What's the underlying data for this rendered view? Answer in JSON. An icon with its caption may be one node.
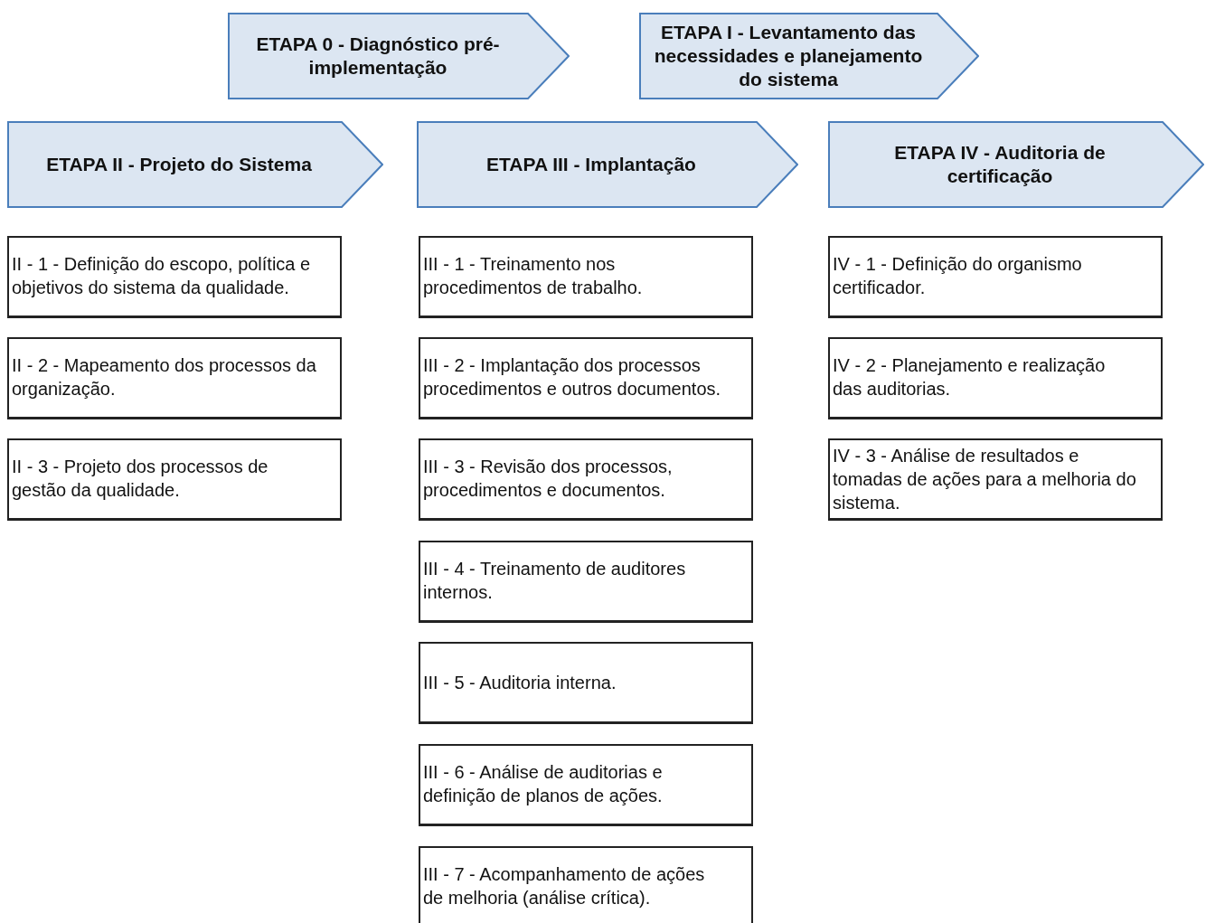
{
  "diagram": {
    "nodes": [
      {
        "text": [
          "ETAPA 0 - Diagnóstico pré-implementação"
        ]
      },
      {
        "text": [
          "ETAPA I - Levantamento das necessidades e planejamento do sistema"
        ]
      },
      {
        "text": [
          "ETAPA II - Projeto do Sistema"
        ]
      },
      {
        "text": [
          "ETAPA III - Implantação"
        ]
      },
      {
        "text": [
          "ETAPA IV - Auditoria de certificação"
        ]
      },
      {
        "text": [
          "II - 1 - Definição do escopo, política e objetivos do sistema da qualidade."
        ]
      },
      {
        "text": [
          "II - 2 - Mapeamento dos processos da organização."
        ]
      },
      {
        "text": [
          "II - 3 - Projeto dos processos de gestão da qualidade."
        ]
      },
      {
        "text": [
          "III - 1 - Treinamento nos procedimentos de trabalho."
        ]
      },
      {
        "text": [
          "III - 2 - Implantação dos processos procedimentos e outros documentos."
        ]
      },
      {
        "text": [
          "III - 3 - Revisão dos processos, procedimentos e documentos."
        ]
      },
      {
        "text": [
          "III - 4 - Treinamento de auditores internos."
        ]
      },
      {
        "text": [
          "III - 5 - Auditoria interna."
        ]
      },
      {
        "text": [
          "III - 6 - Análise de auditorias e definição de planos de ações."
        ]
      },
      {
        "text": [
          "III - 7 - Acompanhamento de ações de melhoria (análise crítica)."
        ]
      },
      {
        "text": [
          "IV - 1 - Definição do organismo certificador."
        ]
      },
      {
        "text": [
          "IV - 2 - Planejamento e realização das auditorias."
        ]
      },
      {
        "text": [
          "IV - 3 - Análise de resultados e tomadas de ações para a melhoria do sistema."
        ]
      }
    ],
    "edges": []
  }
}
